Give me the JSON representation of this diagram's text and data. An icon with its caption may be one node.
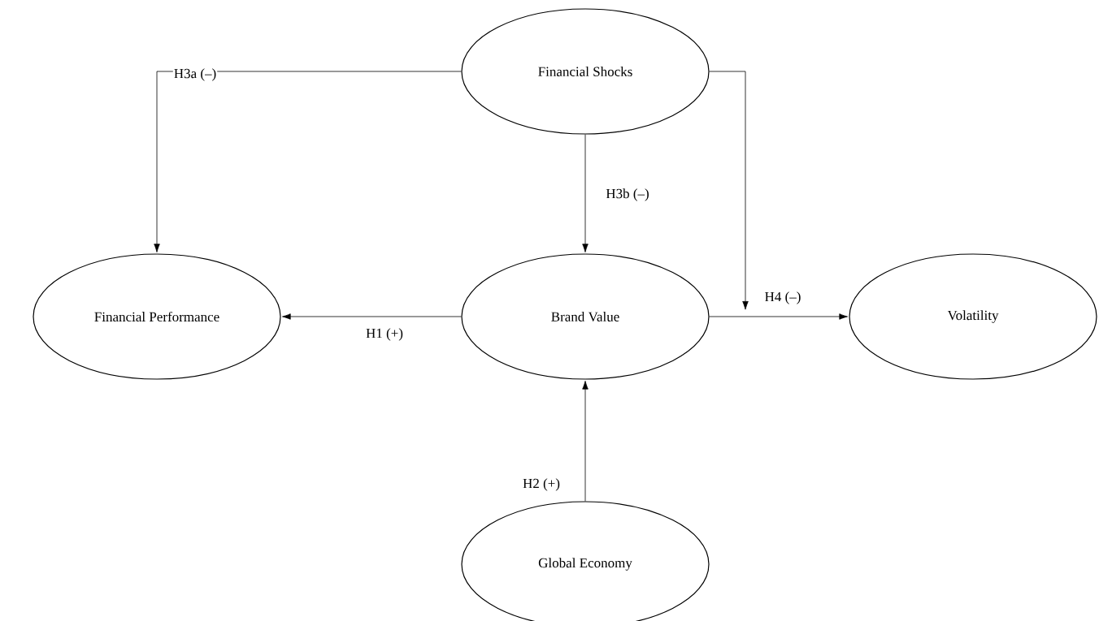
{
  "diagram": {
    "nodes": [
      {
        "text": [
          "Financial Shocks"
        ]
      },
      {
        "text": [
          "Financial Performance"
        ]
      },
      {
        "text": [
          "Brand Value"
        ]
      },
      {
        "text": [
          "Volatility"
        ]
      },
      {
        "text": [
          "Global Economy"
        ]
      }
    ],
    "edges": [
      {
        "from": 0,
        "to": 1,
        "arrow": "to",
        "label": "H3a (–)"
      },
      {
        "from": 0,
        "to": 2,
        "arrow": "to",
        "label": "H3b (–)"
      },
      {
        "from": 2,
        "to": 1,
        "arrow": "to",
        "label": "H1 (+)"
      },
      {
        "from": 4,
        "to": 2,
        "arrow": "to",
        "label": "H2 (+)"
      },
      {
        "from": 2,
        "to": 3,
        "arrow": "to"
      },
      {
        "from": 0,
        "to": null,
        "arrow": "to",
        "label": "H4 (–)"
      }
    ]
  }
}
